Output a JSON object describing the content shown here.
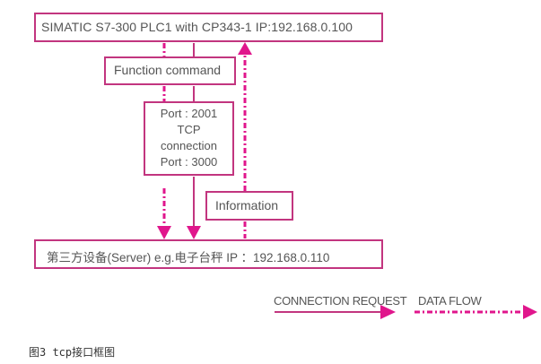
{
  "diagram": {
    "plc_box": {
      "label": "SIMATIC S7-300 PLC1 with CP343-1  IP:192.168.0.100"
    },
    "function_command_box": {
      "label": "Function command"
    },
    "tcp_box": {
      "line1": "Port : 2001",
      "line2": "TCP",
      "line3": "connection",
      "line4": "Port : 3000"
    },
    "information_box": {
      "label": "Information"
    },
    "server_box": {
      "label": "第三方设备(Server)    e.g.电子台秤 IP ：192.168.0.110"
    },
    "flows": [
      {
        "from": "plc",
        "to": "server",
        "via": "function_command",
        "type": "data_flow",
        "direction": "down"
      },
      {
        "from": "plc",
        "to": "server",
        "via": "tcp_connection",
        "type": "connection_request",
        "direction": "down"
      },
      {
        "from": "server",
        "to": "plc",
        "via": "information",
        "type": "data_flow",
        "direction": "up"
      }
    ]
  },
  "legend": {
    "connection_request": "CONNECTION REQUEST",
    "data_flow": "DATA FLOW"
  },
  "caption": "图3  tcp接口框图",
  "colors": {
    "accent": "#e0168c",
    "box_border": "#c2357f",
    "text": "#555555"
  }
}
